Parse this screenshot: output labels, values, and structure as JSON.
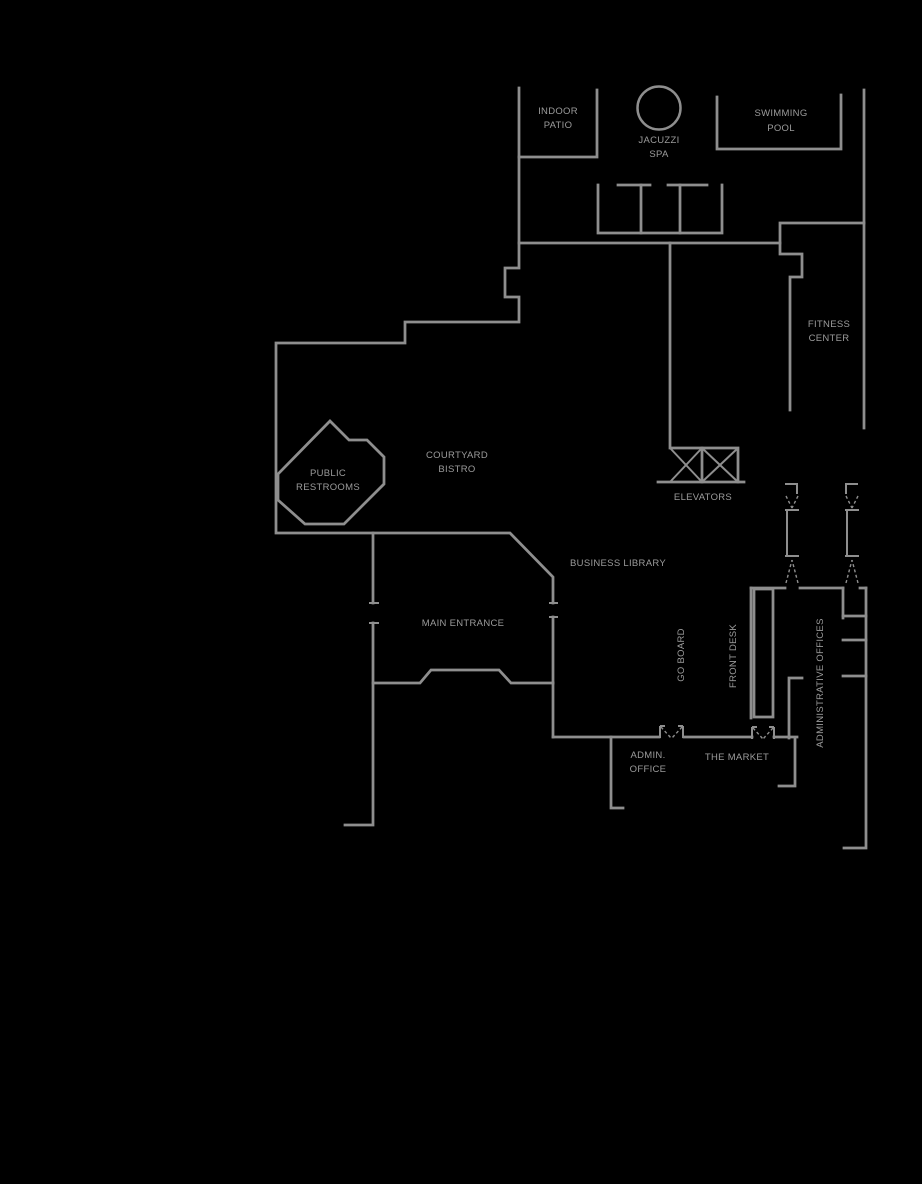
{
  "title": "Hotel lobby level floor plan",
  "colors": {
    "background": "#000000",
    "walls": "#8e8e8e",
    "text": "#9b9b9b"
  },
  "labels": {
    "indoor_patio_1": "INDOOR",
    "indoor_patio_2": "PATIO",
    "jacuzzi_1": "JACUZZI",
    "jacuzzi_2": "SPA",
    "pool_1": "SWIMMING",
    "pool_2": "POOL",
    "fitness_1": "FITNESS",
    "fitness_2": "CENTER",
    "restrooms_1": "PUBLIC",
    "restrooms_2": "RESTROOMS",
    "bistro_1": "COURTYARD",
    "bistro_2": "BISTRO",
    "elevators": "ELEVATORS",
    "library": "BUSINESS LIBRARY",
    "entrance": "MAIN ENTRANCE",
    "go_board": "GO BOARD",
    "front_desk": "FRONT DESK",
    "admin_offices": "ADMINISTRATIVE OFFICES",
    "admin_office_1": "ADMIN.",
    "admin_office_2": "OFFICE",
    "market": "THE MARKET"
  }
}
